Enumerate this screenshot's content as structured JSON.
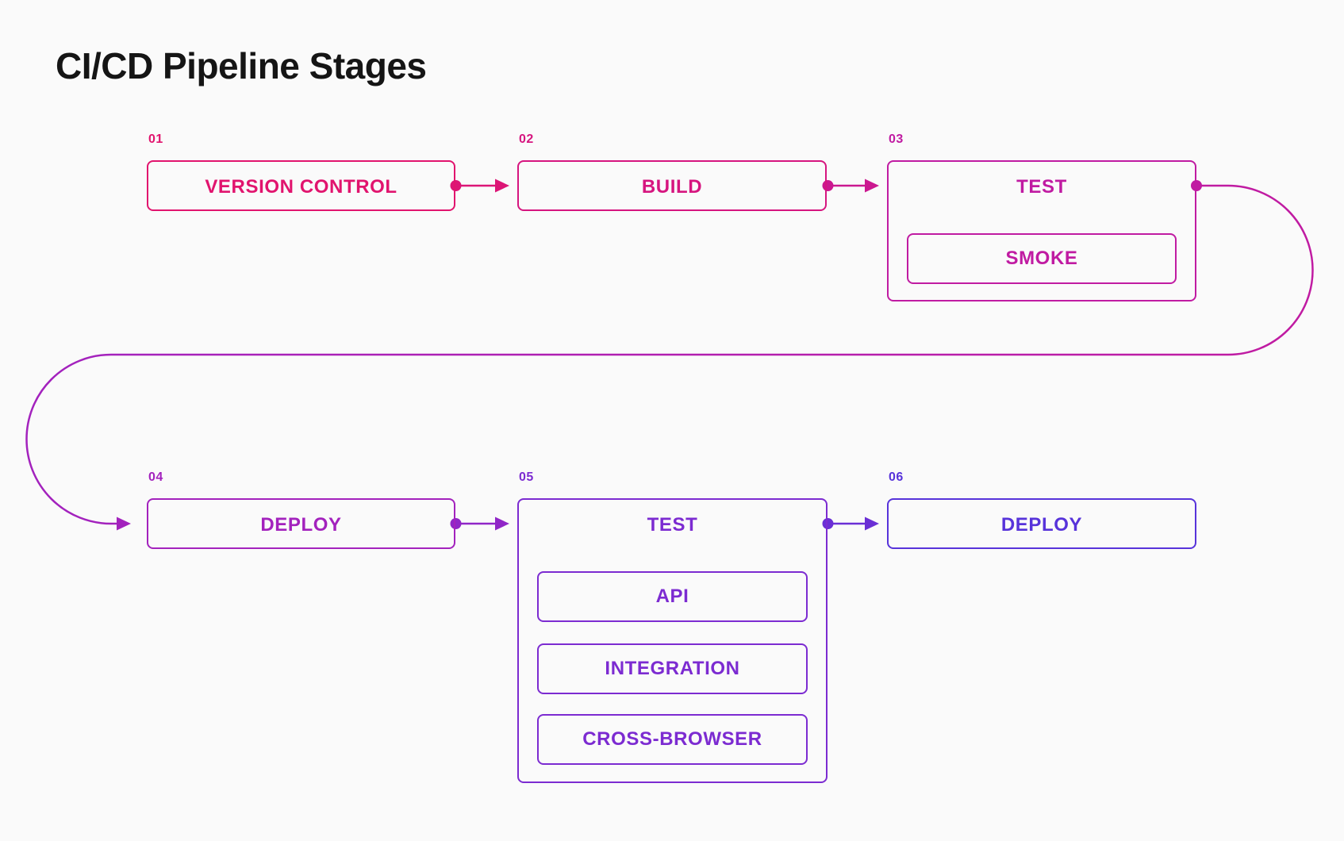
{
  "title": "CI/CD Pipeline Stages",
  "stages": [
    {
      "number": "01",
      "label": "VERSION CONTROL",
      "color": "#e1146e",
      "children": []
    },
    {
      "number": "02",
      "label": "BUILD",
      "color": "#d6157f",
      "children": []
    },
    {
      "number": "03",
      "label": "TEST",
      "color": "#c01ba2",
      "children": [
        "SMOKE"
      ]
    },
    {
      "number": "04",
      "label": "DEPLOY",
      "color": "#a322bd",
      "children": []
    },
    {
      "number": "05",
      "label": "TEST",
      "color": "#7c2bd1",
      "children": [
        "API",
        "INTEGRATION",
        "CROSS-BROWSER"
      ]
    },
    {
      "number": "06",
      "label": "DEPLOY",
      "color": "#5733da",
      "children": []
    }
  ],
  "connectors": [
    {
      "from": "01",
      "to": "02",
      "color": "#dc1576"
    },
    {
      "from": "02",
      "to": "03",
      "color": "#cb1890"
    },
    {
      "from": "03",
      "to": "04",
      "from_color": "#c01ba2",
      "to_color": "#a322bd"
    },
    {
      "from": "04",
      "to": "05",
      "color": "#9026c7"
    },
    {
      "from": "05",
      "to": "06",
      "color": "#6a2fd5"
    }
  ],
  "background_color": "#fafafa"
}
